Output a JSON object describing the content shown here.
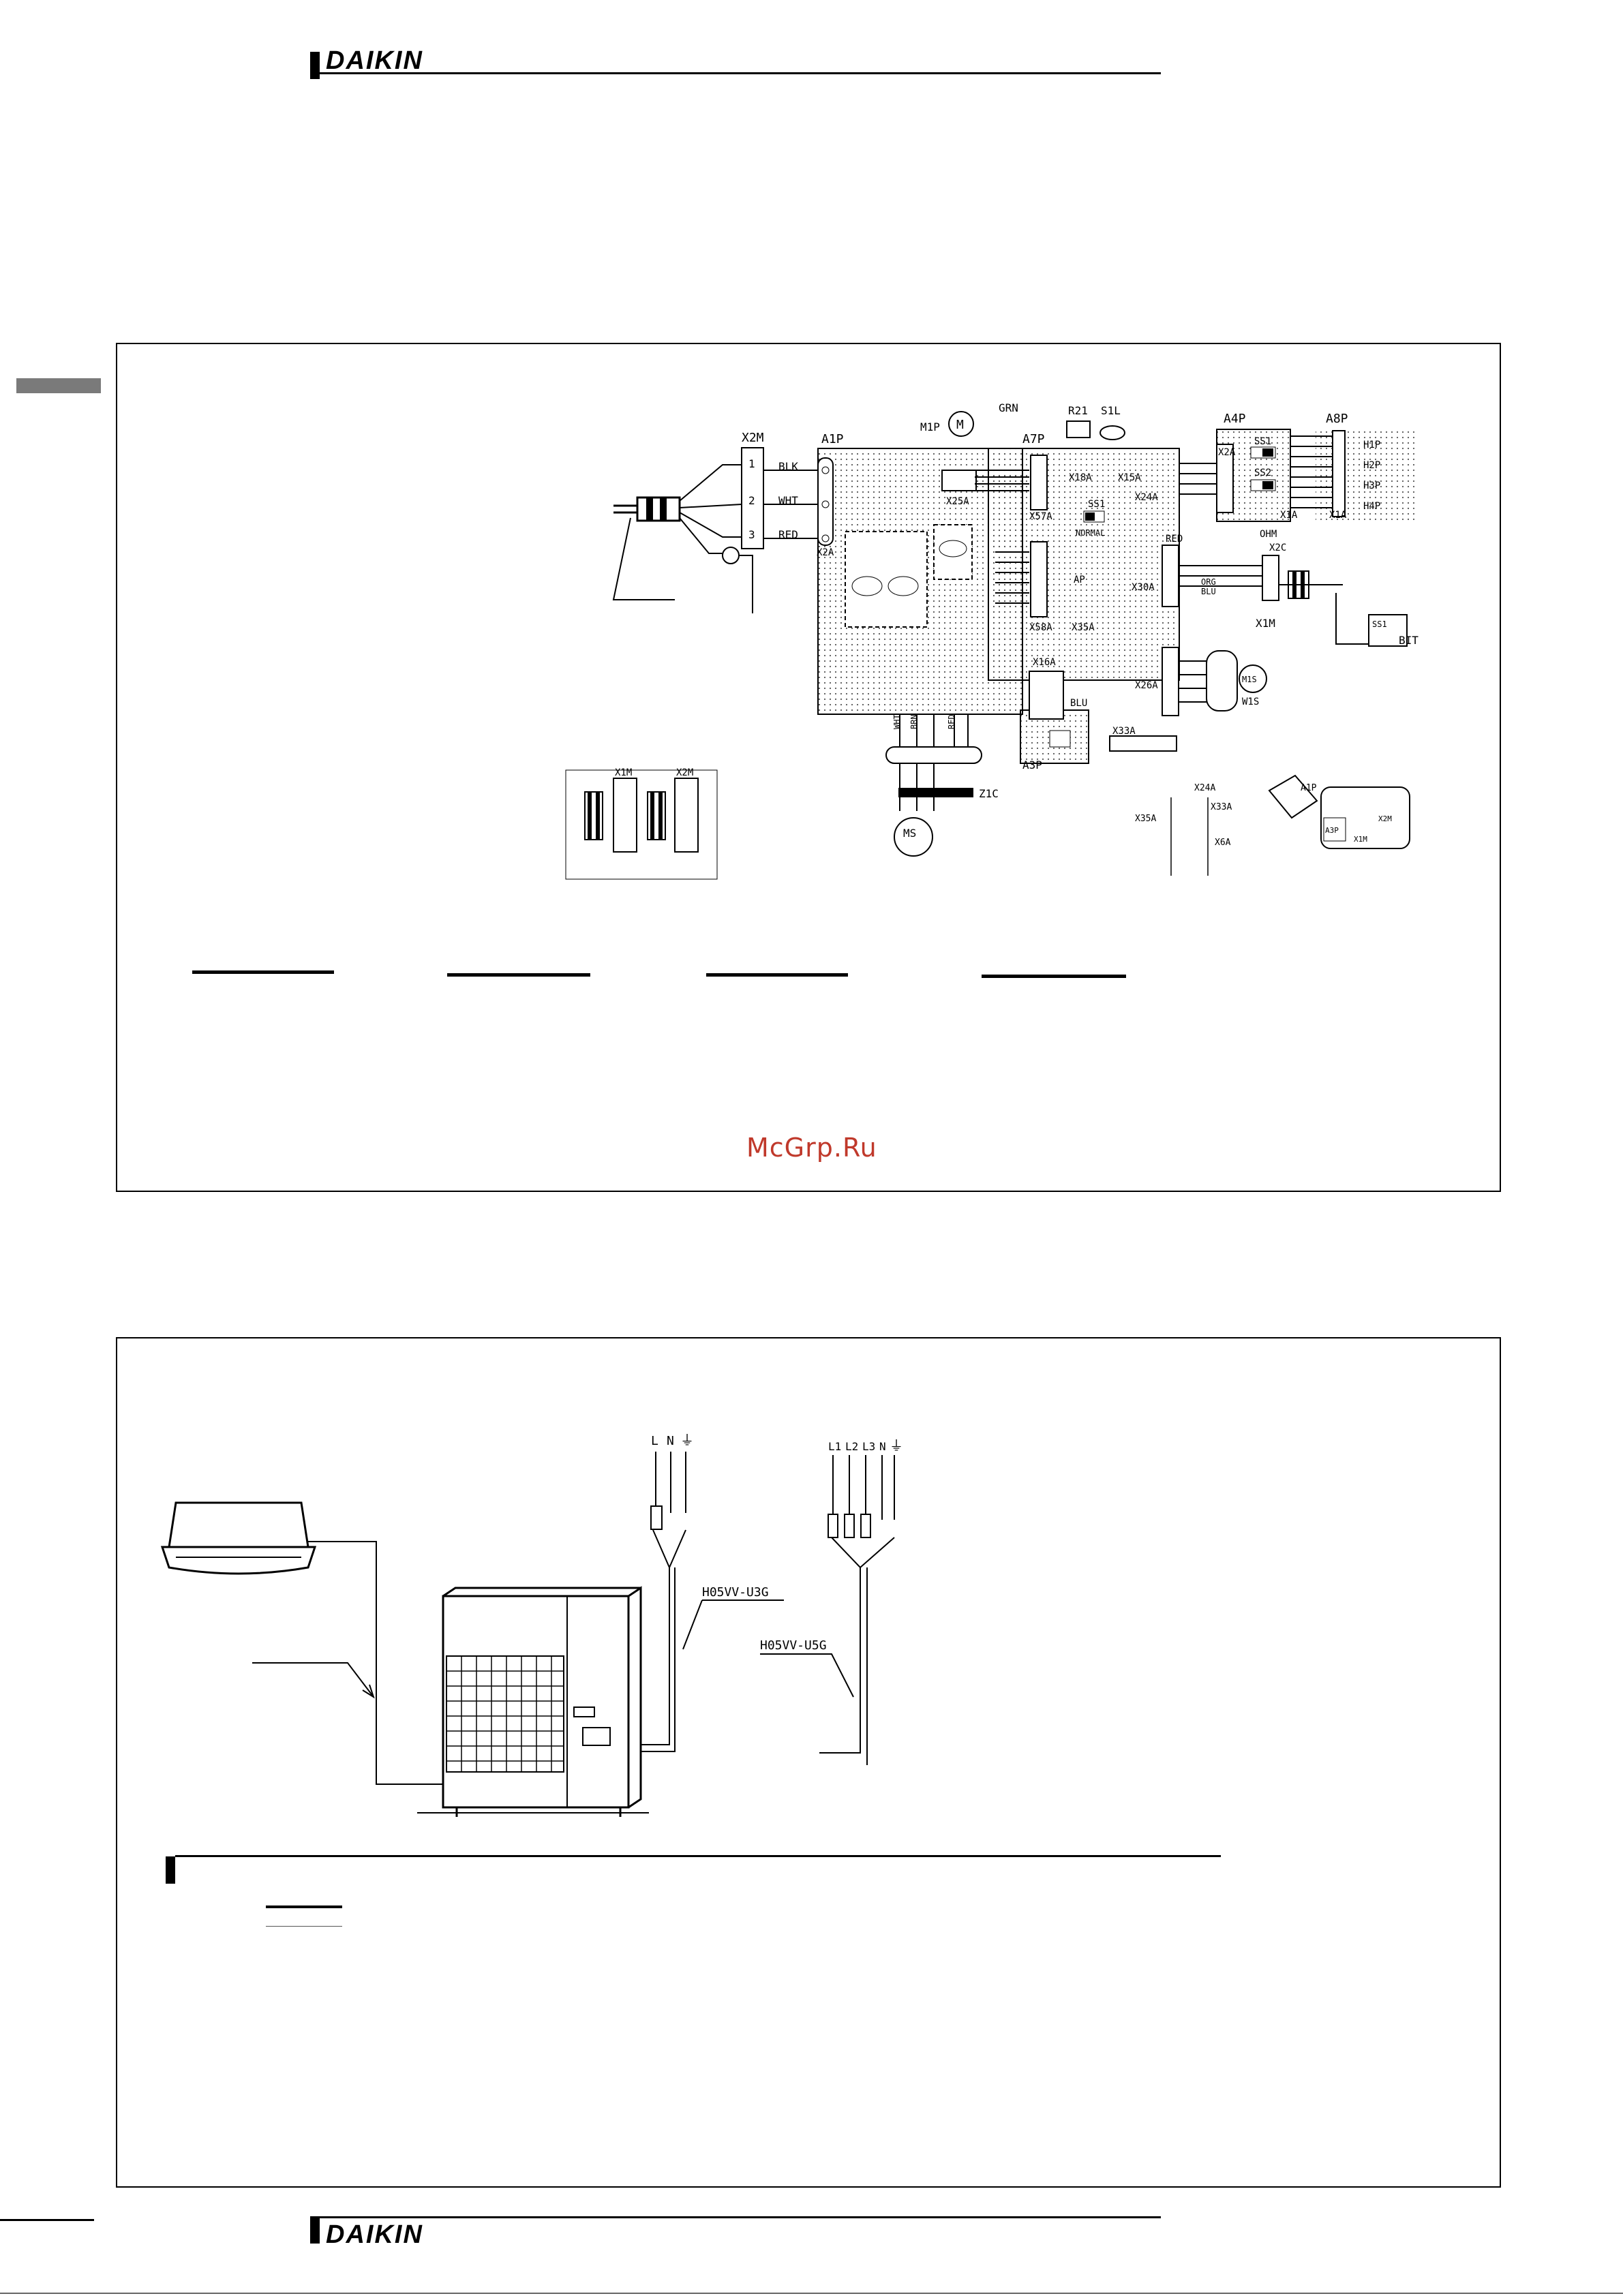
{
  "header": {
    "brand": "DAIKIN"
  },
  "footer": {
    "brand": "DAIKIN"
  },
  "watermark": "McGrp.Ru",
  "wiring_diagram": {
    "labels": {
      "x2m": "X2M",
      "a1p": "A1P",
      "m1p": "M1P",
      "grn": "GRN",
      "r21": "R21",
      "s1l": "S1L",
      "a7p": "A7P",
      "a4p": "A4P",
      "a8p": "A8P",
      "blk": "BLK",
      "wht": "WHT",
      "red": "RED",
      "x2a_left": "X2A",
      "x25a": "X25A",
      "x18a": "X18A",
      "x15a": "X15A",
      "x24a": "X24A",
      "x57a": "X57A",
      "ss1": "SS1",
      "normal": "NORMAL",
      "ap": "AP",
      "x30a": "X30A",
      "x58a": "X58A",
      "x35a": "X35A",
      "x16a": "X16A",
      "x33a": "X33A",
      "x26a": "X26A",
      "a3p": "A3P",
      "blu": "BLU",
      "ss1_a4p": "SS1",
      "ss2_a4p": "SS2",
      "x2a_a4p": "X2A",
      "x1a": "X1A",
      "x1a_b": "X1A",
      "h1p": "H1P",
      "h2p": "H2P",
      "h3p": "H3P",
      "h4p": "H4P",
      "red2": "RED",
      "ohm": "OHM",
      "x2c": "X2C",
      "x1m_right": "X1M",
      "ss1_b": "SS1",
      "bit": "BIT",
      "m1s": "M1S",
      "w1s": "W1S",
      "z1c": "Z1C",
      "ms": "MS",
      "x1m_a": "X1M",
      "x1m_b": "X2M",
      "x24a_b": "X24A",
      "x33a_b": "X33A",
      "x35a_b": "X35A",
      "x6a": "X6A",
      "a1p_b": "A1P",
      "a3p_b": "A3P",
      "x1m_c": "X1M",
      "x2m_c": "X2M",
      "wire_wht": "WHT",
      "wire_org": "ORG",
      "wire_brn": "BRN",
      "wire_blu": "BLU",
      "wire_red": "RED",
      "num1": "1",
      "num2": "2",
      "num3": "3"
    }
  },
  "installation_diagram": {
    "single_phase_terms": [
      "L",
      "N",
      "⏚"
    ],
    "three_phase_terms": [
      "L1",
      "L2",
      "L3",
      "N",
      "⏚"
    ],
    "cable_single": "H05VV-U3G",
    "cable_three": "H05VV-U5G"
  }
}
